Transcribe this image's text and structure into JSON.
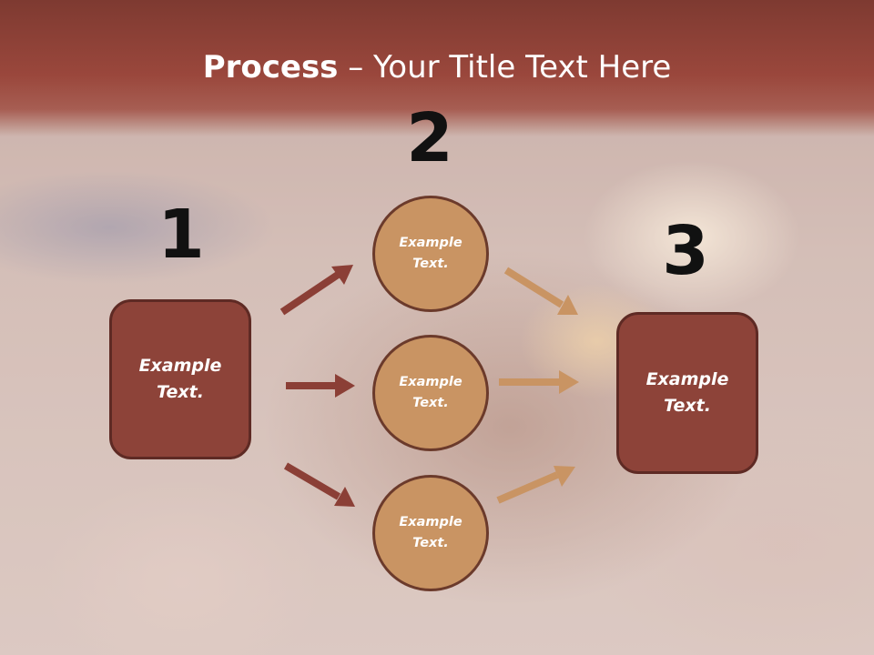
{
  "title": {
    "bold": "Process",
    "rest": " – Your Title Text Here"
  },
  "steps": [
    {
      "number": "1",
      "box_text": "Example\nText."
    },
    {
      "number": "2"
    },
    {
      "number": "3",
      "box_text": "Example\nText."
    }
  ],
  "circles": [
    {
      "text": "Example\nText."
    },
    {
      "text": "Example\nText."
    },
    {
      "text": "Example\nText."
    }
  ],
  "colors": {
    "header": "#8f4137",
    "box_fill": "#8d4339",
    "box_border": "#5e2a24",
    "circle_fill": "#c99463",
    "circle_border": "#6b3a2b",
    "arrow_left": "#8b3f36",
    "arrow_right": "#c99463"
  }
}
